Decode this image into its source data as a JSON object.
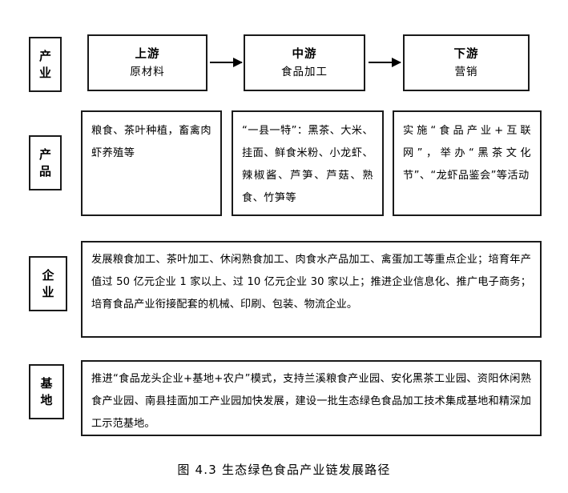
{
  "figure": {
    "caption": "图 4.3  生态绿色食品产业链发展路径"
  },
  "rows": {
    "industry": {
      "label": "产\n业",
      "stages": [
        {
          "title": "上游",
          "subtitle": "原材料"
        },
        {
          "title": "中游",
          "subtitle": "食品加工"
        },
        {
          "title": "下游",
          "subtitle": "营销"
        }
      ],
      "arrows": [
        "arrow-upstream-to-midstream",
        "arrow-midstream-to-downstream"
      ]
    },
    "product": {
      "label": "产\n品",
      "boxes": [
        "粮食、茶叶种植，畜禽肉虾养殖等",
        "“一县一特”：黑茶、大米、挂面、鲜食米粉、小龙虾、辣椒酱、芦笋、芦菇、熟食、竹笋等",
        "实施“食品产业+互联网”，举办“黑茶文化节”、“龙虾品鉴会”等活动"
      ]
    },
    "enterprise": {
      "label": "企\n业",
      "text": "发展粮食加工、茶叶加工、休闲熟食加工、肉食水产品加工、禽蛋加工等重点企业；培育年产值过 50 亿元企业 1 家以上、过 10 亿元企业 30 家以上；推进企业信息化、推广电子商务；培育食品产业衔接配套的机械、印刷、包装、物流企业。"
    },
    "base": {
      "label": "基\n地",
      "text": "推进“食品龙头企业+基地+农户”模式，支持兰溪粮食产业园、安化黑茶工业园、资阳休闲熟食产业园、南县挂面加工产业园加快发展，建设一批生态绿色食品加工技术集成基地和精深加工示范基地。"
    }
  },
  "colors": {
    "border": "#1a1a1a",
    "background": "#ffffff",
    "text": "#000000"
  }
}
